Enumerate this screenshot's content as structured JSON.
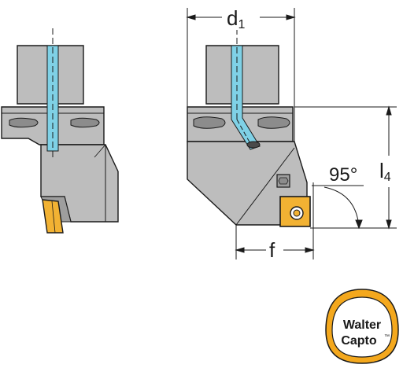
{
  "labels": {
    "d1_main": "d",
    "d1_sub": "1",
    "l4_main": "l",
    "l4_sub": "4",
    "f": "f",
    "angle": "95°"
  },
  "logo": {
    "line1": "Walter",
    "line2": "Capto",
    "mark": "™"
  },
  "colors": {
    "body_gray": "#bdbdbd",
    "dark_gray": "#8c8c8c",
    "coolant": "#7fd1e6",
    "insert_gold": "#f2b233",
    "logo_orange": "#f4a81d",
    "line": "#1a1a1a"
  }
}
